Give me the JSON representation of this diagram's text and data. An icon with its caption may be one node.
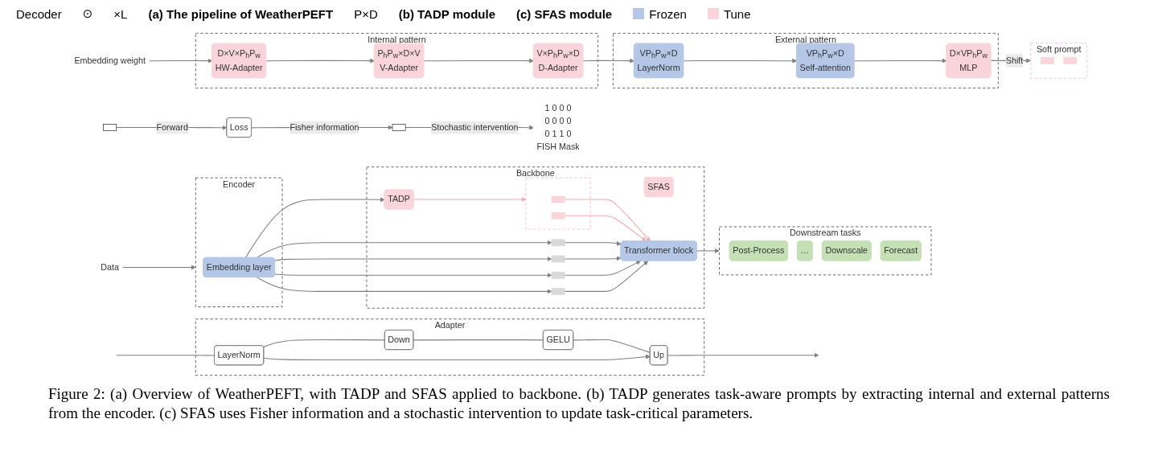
{
  "diagram": {
    "caption": "Figure 2: (a) Overview of WeatherPEFT, with TADP and SFAS applied to backbone. (b) TADP generates task-aware prompts by extracting internal and external patterns from the encoder. (c) SFAS uses Fisher information and a stochastic intervention to update task-critical parameters.",
    "nodes": [
      {
        "text": [
          "Downstream tasks"
        ]
      },
      {
        "text": [
          "Post-Process"
        ],
        "in": 0
      },
      {
        "text": [
          "…"
        ],
        "in": 0
      },
      {
        "text": [
          "Downscale"
        ],
        "in": 0
      },
      {
        "text": [
          "Forecast"
        ],
        "in": 0
      },
      {
        "text": [
          "Backbone"
        ]
      },
      {
        "text": [
          "SFAS"
        ],
        "in": 5
      },
      {
        "text": [
          "Transformer block"
        ],
        "in": 5
      },
      {
        "text": [
          "TADP"
        ],
        "in": 5
      },
      {
        "text": [],
        "shape": "box",
        "in": 5
      },
      {
        "text": [],
        "shape": "box",
        "in": 9
      },
      {
        "text": [],
        "shape": "box",
        "in": 9
      },
      {
        "text": [],
        "shape": "box",
        "in": 5
      },
      {
        "text": [],
        "shape": "box",
        "in": 5
      },
      {
        "text": [],
        "shape": "box",
        "in": 5
      },
      {
        "text": [],
        "shape": "box",
        "in": 5
      },
      {
        "text": [
          "Encoder"
        ]
      },
      {
        "text": [
          "Embedding layer"
        ],
        "in": 16
      },
      {
        "text": [
          "Data"
        ]
      },
      {
        "text": [
          "Internal pattern"
        ]
      },
      {
        "text": [
          "D×V×P$_{h}$P$_{w}$",
          "HW-Adapter"
        ],
        "in": 19
      },
      {
        "text": [
          "P$_{h}$P$_{w}$×D×V",
          "V-Adapter"
        ],
        "in": 19
      },
      {
        "text": [
          "V×P$_{h}$P$_{w}$×D",
          "D-Adapter"
        ],
        "in": 19
      },
      {
        "text": [
          "External pattern"
        ]
      },
      {
        "text": [
          "D×VP$_{h}$P$_{w}$",
          "MLP"
        ],
        "in": 23
      },
      {
        "text": [
          "VP$_{h}$P$_{w}$×D",
          "Self-attention"
        ],
        "in": 23
      },
      {
        "text": [
          "VP$_{h}$P$_{w}$×D",
          "LayerNorm"
        ],
        "in": 23
      },
      {
        "text": [
          "Embedding weight"
        ]
      },
      {
        "text": [
          "Soft prompt"
        ]
      },
      {
        "text": [],
        "shape": "box",
        "in": 28
      },
      {
        "text": [],
        "shape": "box",
        "in": 28
      },
      {
        "text": [
          "Adapter"
        ]
      },
      {
        "text": [
          "Up"
        ],
        "in": 31
      },
      {
        "text": [
          "GELU"
        ],
        "in": 31
      },
      {
        "text": [
          "Down"
        ],
        "in": 31
      },
      {
        "text": [
          "LayerNorm"
        ],
        "in": 31
      },
      {
        "text": [],
        "shape": "box"
      },
      {
        "text": [
          "Loss"
        ]
      },
      {
        "text": [],
        "shape": "box"
      },
      {
        "text": [
          "1 0 0 0",
          "0 0 0 0",
          "0 1 1 0",
          "FISH Mask"
        ]
      }
    ],
    "edges": [
      {
        "from": 7,
        "to": 0,
        "arrow": "to"
      },
      {
        "from": 8,
        "to": 9,
        "arrow": "to",
        "color": "#f4a7b5"
      },
      {
        "from": 10,
        "to": 7,
        "arrow": "to",
        "color": "#f4a7b5"
      },
      {
        "from": 11,
        "to": 7,
        "arrow": "to",
        "color": "#f4a7b5"
      },
      {
        "from": 12,
        "to": 7,
        "arrow": "to"
      },
      {
        "from": 13,
        "to": 7,
        "arrow": "to"
      },
      {
        "from": 14,
        "to": 7,
        "arrow": "to"
      },
      {
        "from": 15,
        "to": 7,
        "arrow": "to"
      },
      {
        "from": 17,
        "to": 8,
        "arrow": "to"
      },
      {
        "from": 17,
        "to": 12,
        "arrow": "to"
      },
      {
        "from": 17,
        "to": 13,
        "arrow": "to"
      },
      {
        "from": 17,
        "to": 14,
        "arrow": "to"
      },
      {
        "from": 17,
        "to": 15,
        "arrow": "to"
      },
      {
        "from": 18,
        "to": 16,
        "arrow": "to"
      },
      {
        "from": 27,
        "to": 20,
        "arrow": "to"
      },
      {
        "from": 20,
        "to": 21,
        "arrow": "to"
      },
      {
        "from": 21,
        "to": 22,
        "arrow": "to"
      },
      {
        "from": 22,
        "to": 26,
        "arrow": "to"
      },
      {
        "from": 26,
        "to": 25,
        "arrow": "to"
      },
      {
        "from": 25,
        "to": 24,
        "arrow": "to"
      },
      {
        "from": 24,
        "to": 28,
        "arrow": "to",
        "label": "Shift"
      },
      {
        "from": null,
        "to": 35,
        "arrow": "none"
      },
      {
        "from": 35,
        "to": 34,
        "arrow": "none"
      },
      {
        "from": 34,
        "to": 33,
        "arrow": "none"
      },
      {
        "from": 33,
        "to": 32,
        "arrow": "none"
      },
      {
        "from": 32,
        "to": null,
        "arrow": "to"
      },
      {
        "from": 35,
        "to": 32,
        "arrow": "to"
      },
      {
        "from": 36,
        "to": 37,
        "arrow": "to",
        "label": "Forward"
      },
      {
        "from": 37,
        "to": 38,
        "arrow": "to",
        "label": "Fisher information"
      },
      {
        "from": 38,
        "to": 39,
        "arrow": "to",
        "label": "Stochastic intervention"
      }
    ],
    "labels": [
      "Decoder",
      "⊙",
      "×L",
      "(a) The pipeline of WeatherPEFT",
      "P×D",
      "(b) TADP module",
      "(c) SFAS module"
    ],
    "legend": [
      {
        "text": "Frozen",
        "color": "#b4c7e7"
      },
      {
        "text": "Tune",
        "color": "#f9d5db"
      }
    ]
  }
}
